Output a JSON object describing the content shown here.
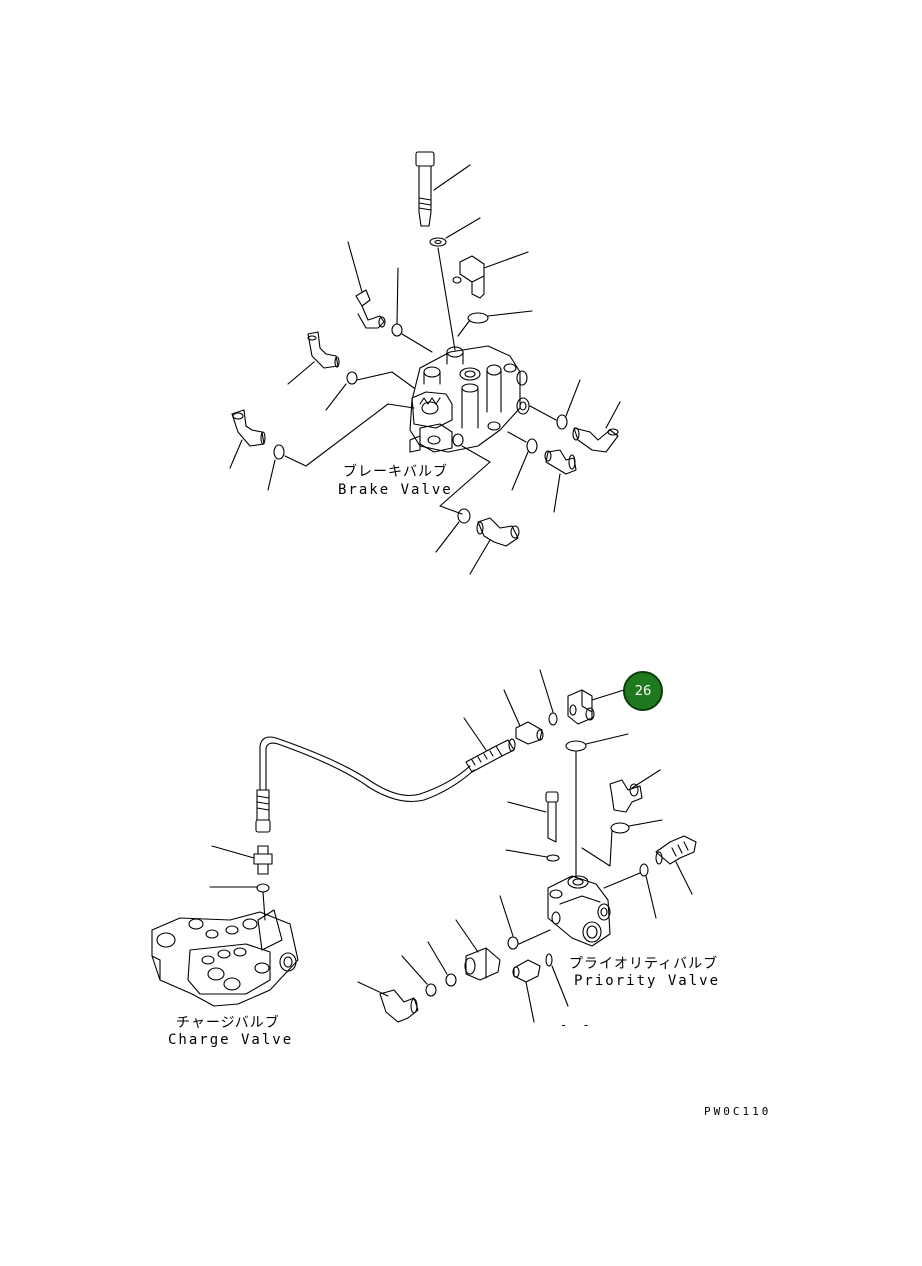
{
  "labels": {
    "brake_valve_jp": "ブレーキバルブ",
    "brake_valve_en": "Brake Valve",
    "priority_valve_jp": "プライオリティバルブ",
    "priority_valve_en": "Priority Valve",
    "charge_valve_jp": "チャージバルブ",
    "charge_valve_en": "Charge Valve"
  },
  "callout": {
    "number": "26",
    "color": "#1f7a1f"
  },
  "drawing_code": "PW0C110",
  "dash_mark": "- -",
  "colors": {
    "line": "#000000",
    "background": "#ffffff"
  }
}
